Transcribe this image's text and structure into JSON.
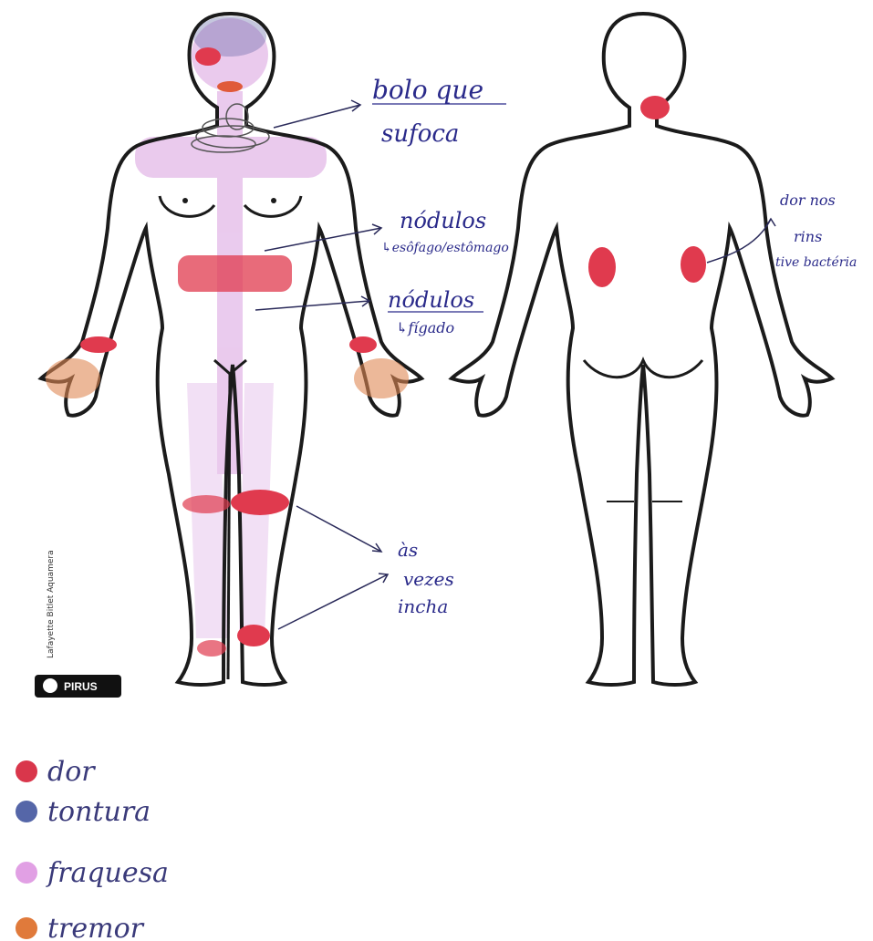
{
  "annotations": {
    "bolo_line1": "bolo que",
    "bolo_line2": "sufoca",
    "nodulos1": "nódulos",
    "esofago": "↳esôfago/estômago",
    "nodulos2": "nódulos",
    "figado": "↳fígado",
    "dor_rins_1": "dor nos",
    "dor_rins_2": "rins",
    "dor_rins_3": "tive bactéria",
    "inchar_1": "às",
    "inchar_2": "vezes",
    "inchar_3": "incha"
  },
  "watermark": {
    "vertical_text": "Lafayette Bitlet Aquamera",
    "logo_text": "PIRUS"
  },
  "legend": [
    {
      "label": "dor",
      "color": "#d9364b"
    },
    {
      "label": "tontura",
      "color": "#5566a8"
    },
    {
      "label": "fraquesa",
      "color": "#e1a0e4"
    },
    {
      "label": "tremor",
      "color": "#e07a3b"
    }
  ],
  "colors": {
    "outline": "#1b1b1b",
    "pain": "#e03a4e",
    "dizziness": "#5a5fa0",
    "weakness": "#d9a0e0",
    "tremor": "#e08855",
    "ink": "#2a2a8a"
  }
}
